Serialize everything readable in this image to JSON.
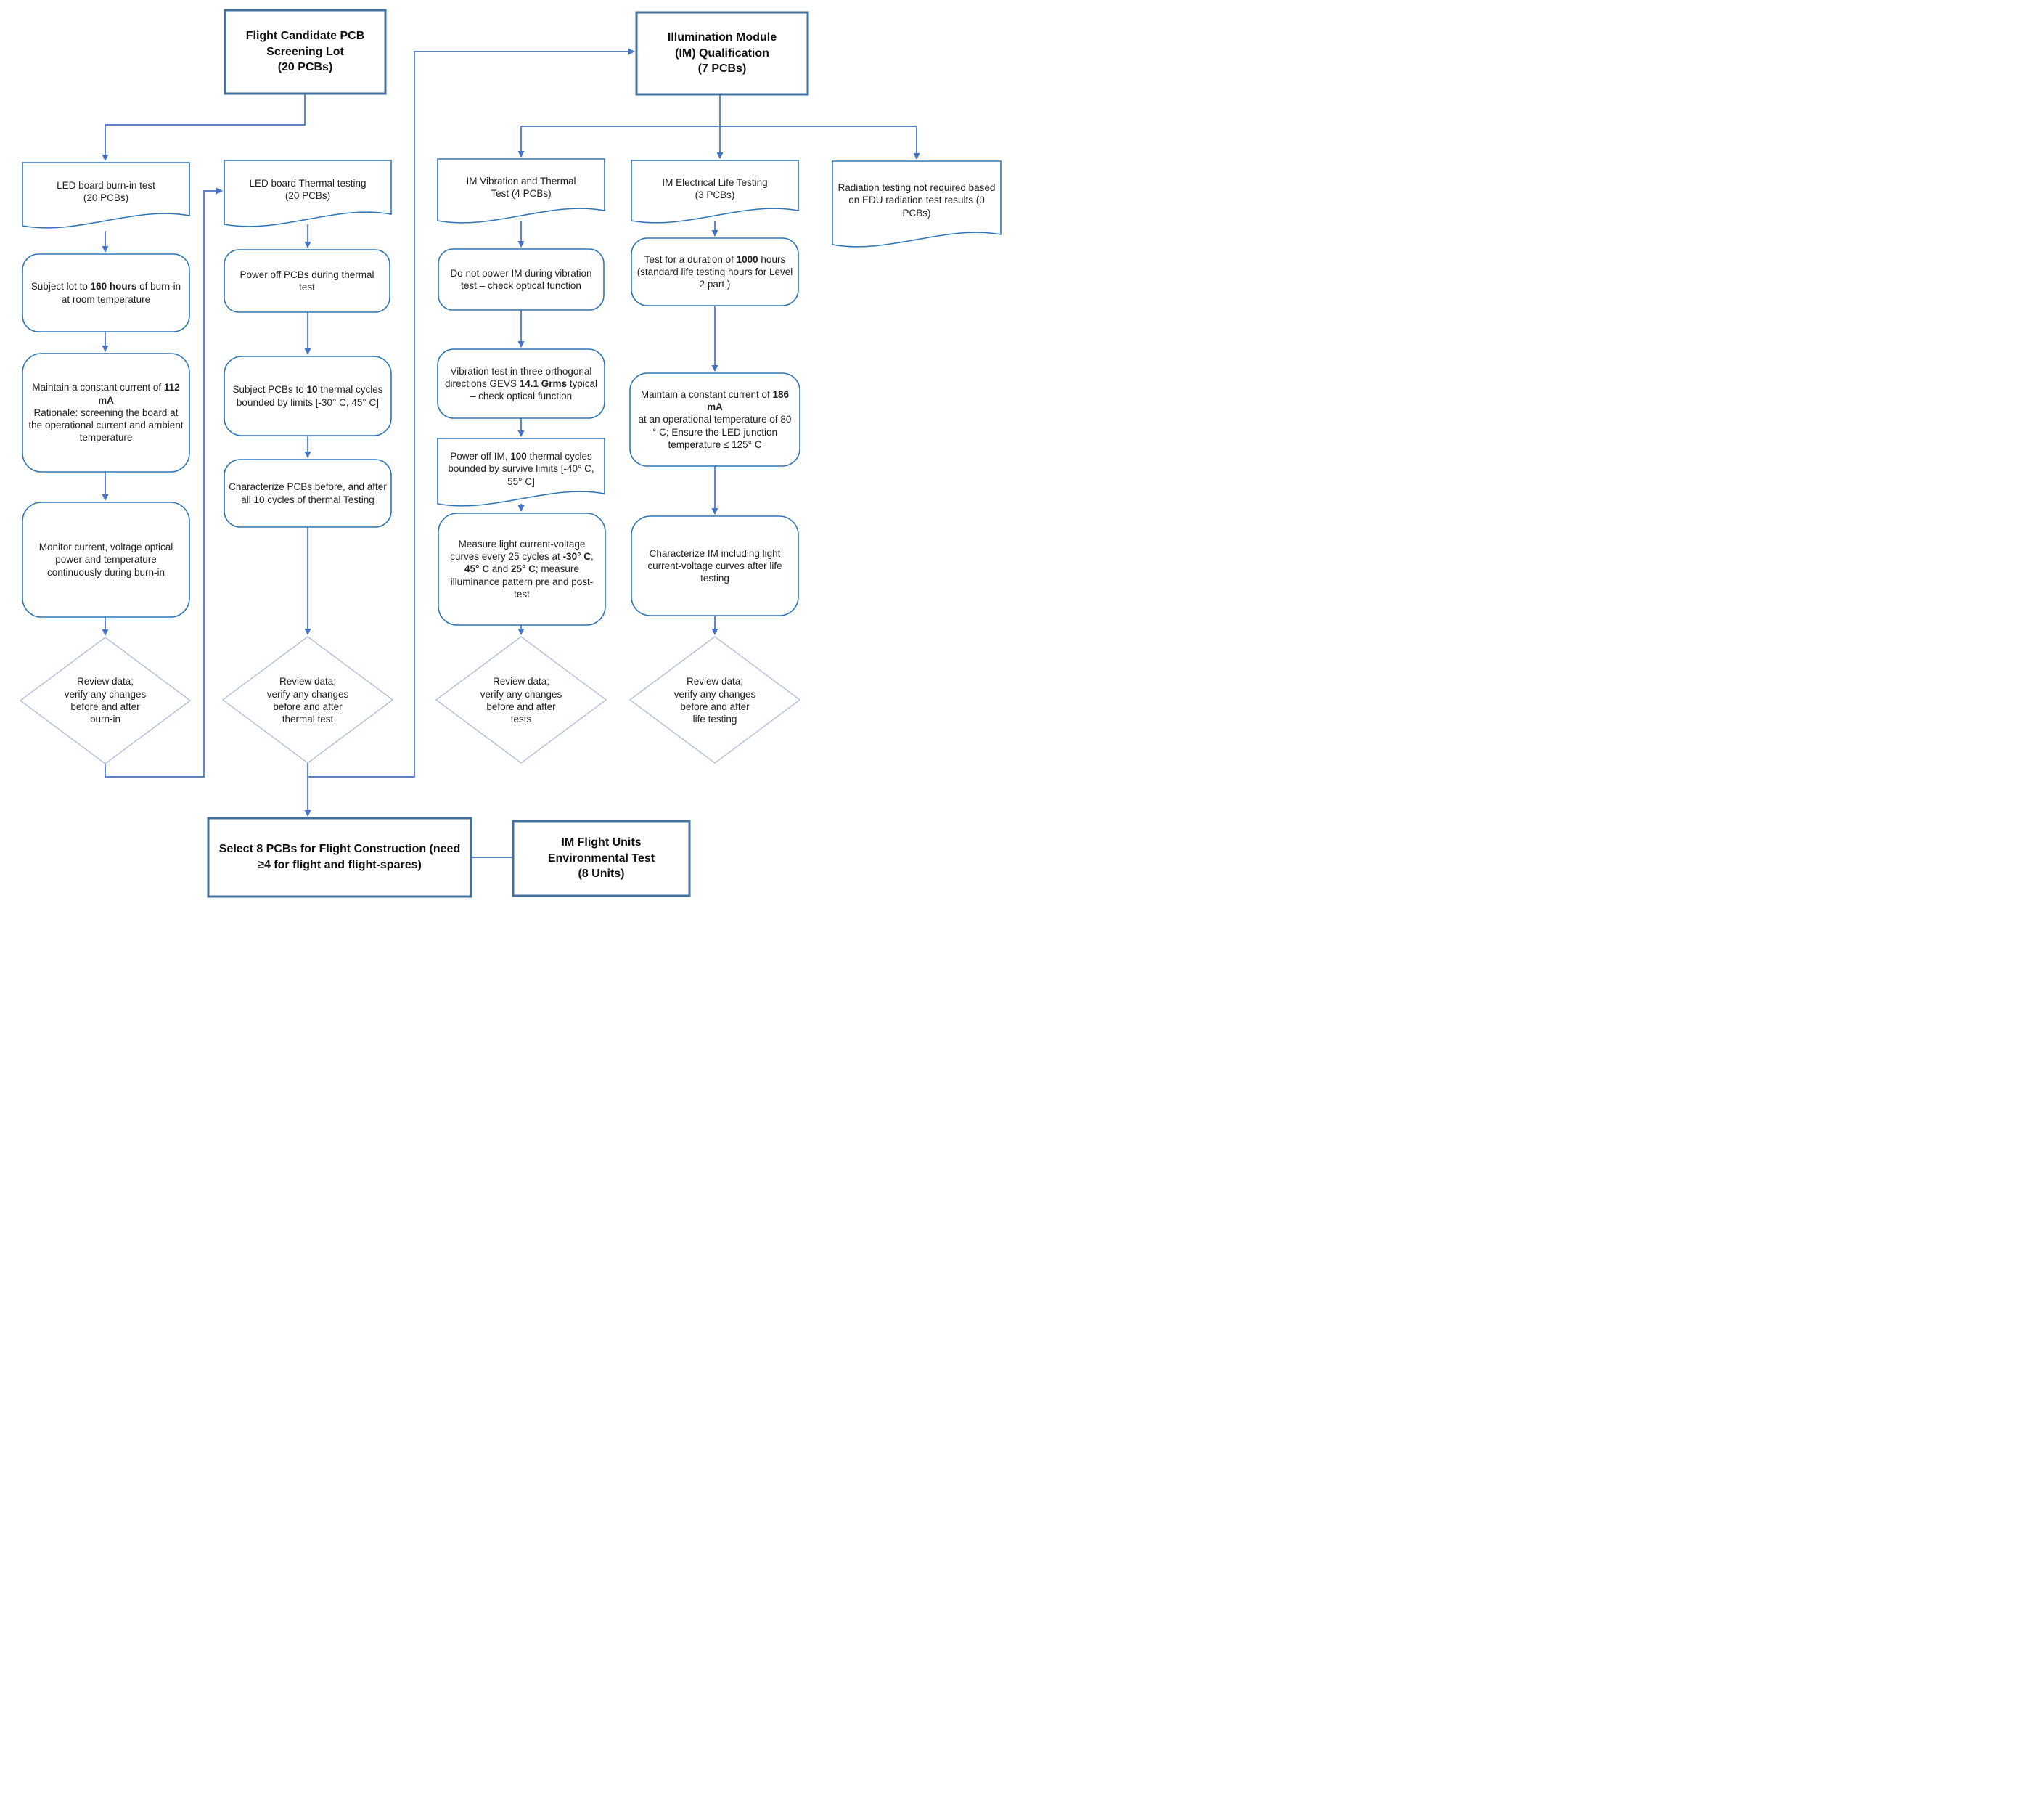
{
  "colors": {
    "connector": "#4472c4",
    "terminal_box_border": "#41719c",
    "process_border": "#2e75b6",
    "decision_border": "#aebdd8",
    "text": "#1f1f1f",
    "background": "#ffffff"
  },
  "nodes": {
    "screening_lot": {
      "text": "Flight Candidate PCB\nScreening Lot\n(20 PCBs)"
    },
    "im_qualification": {
      "text": "Illumination Module\n(IM) Qualification\n(7 PCBs)"
    },
    "burn_in_doc": {
      "text": "LED board burn-in test\n(20 PCBs)"
    },
    "burn_in_duration": {
      "segments": [
        {
          "t": "Subject lot to "
        },
        {
          "t": "160 hours",
          "b": true
        },
        {
          "t": " of burn-in at room temperature"
        }
      ]
    },
    "burn_in_current": {
      "segments": [
        {
          "t": "Maintain a constant current of "
        },
        {
          "t": "112 mA",
          "b": true
        },
        {
          "t": "\nRationale: screening the board at the operational current and ambient temperature"
        }
      ]
    },
    "burn_in_monitor": {
      "text": "Monitor current, voltage optical power and temperature continuously during burn-in"
    },
    "burn_in_review": {
      "text": "Review data;\nverify any changes\nbefore and after\nburn-in"
    },
    "thermal_doc": {
      "text": "LED board Thermal testing\n(20 PCBs)"
    },
    "thermal_power_off": {
      "text": "Power off PCBs during thermal test"
    },
    "thermal_cycles": {
      "segments": [
        {
          "t": "Subject PCBs to "
        },
        {
          "t": "10",
          "b": true
        },
        {
          "t": " thermal cycles bounded by limits [-30° C, 45° C]"
        }
      ]
    },
    "thermal_characterize": {
      "text": "Characterize PCBs before, and after all 10 cycles of thermal Testing"
    },
    "thermal_review": {
      "text": "Review data;\nverify any changes\nbefore and after\nthermal test"
    },
    "vibration_doc": {
      "text": "IM Vibration and Thermal\nTest (4 PCBs)"
    },
    "vibration_no_power": {
      "text": "Do not power IM during vibration test – check optical function"
    },
    "vibration_directions": {
      "segments": [
        {
          "t": "Vibration test in three orthogonal directions GEVS "
        },
        {
          "t": "14.1 Grms",
          "b": true
        },
        {
          "t": " typical – check optical function"
        }
      ]
    },
    "vibration_thermal_cycles": {
      "segments": [
        {
          "t": "Power off IM, "
        },
        {
          "t": "100",
          "b": true
        },
        {
          "t": " thermal cycles bounded by survive limits [-40° C, 55° C]"
        }
      ]
    },
    "vibration_measure": {
      "segments": [
        {
          "t": "Measure light current-voltage curves every 25 cycles at "
        },
        {
          "t": "-30° C",
          "b": true
        },
        {
          "t": ", "
        },
        {
          "t": "45° C",
          "b": true
        },
        {
          "t": " and "
        },
        {
          "t": "25° C",
          "b": true
        },
        {
          "t": "; measure illuminance pattern pre and post-test"
        }
      ]
    },
    "vibration_review": {
      "text": "Review data;\nverify any changes\nbefore and after\ntests"
    },
    "life_doc": {
      "text": "IM Electrical Life Testing\n(3 PCBs)"
    },
    "life_duration": {
      "segments": [
        {
          "t": "Test for a duration of "
        },
        {
          "t": "1000",
          "b": true
        },
        {
          "t": " hours (standard life testing hours for Level 2 part )"
        }
      ]
    },
    "life_current": {
      "segments": [
        {
          "t": "Maintain a constant current of "
        },
        {
          "t": "186 mA",
          "b": true
        },
        {
          "t": "\nat an operational temperature of 80 ° C; Ensure the LED junction temperature ≤ 125° C"
        }
      ]
    },
    "life_characterize": {
      "text": "Characterize IM including light current-voltage curves after life testing"
    },
    "life_review": {
      "text": "Review data;\nverify any changes\nbefore and after\nlife testing"
    },
    "radiation_doc": {
      "text": "Radiation testing not required based on EDU radiation test results (0 PCBs)"
    },
    "select_pcbs": {
      "text": "Select 8 PCBs for Flight Construction (need ≥4 for flight and flight-spares)"
    },
    "im_flight_units": {
      "text": "IM Flight Units\nEnvironmental Test\n(8 Units)"
    }
  }
}
